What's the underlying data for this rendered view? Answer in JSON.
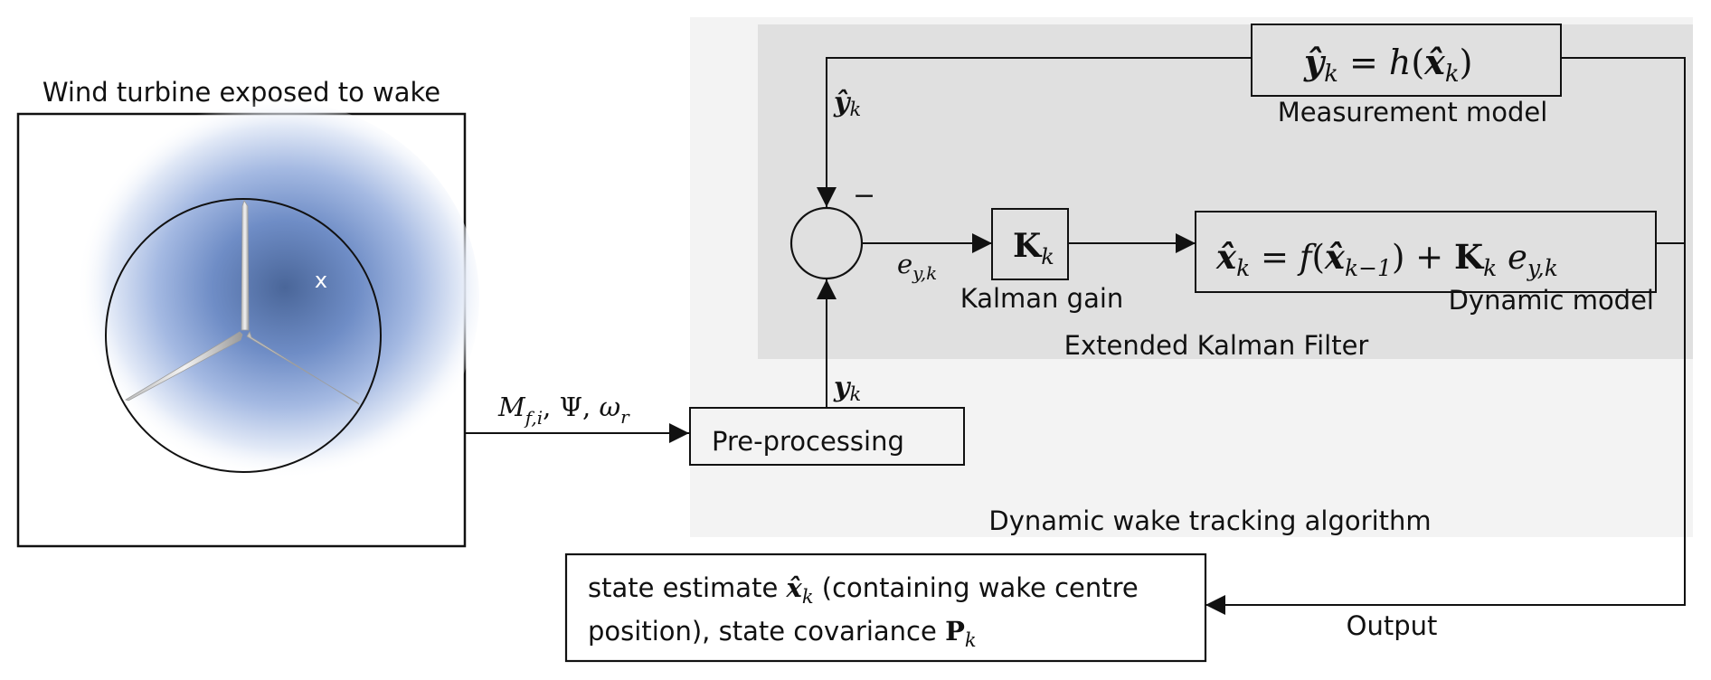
{
  "title": "Wind turbine exposed to wake",
  "turbine": {
    "wake_centre_marker": "x"
  },
  "groups": {
    "outer": "Dynamic wake tracking algorithm",
    "inner": "Extended Kalman Filter"
  },
  "blocks": {
    "measurement": {
      "caption": "Measurement model",
      "eq": {
        "lhs_sym": "ŷ",
        "lhs_sub": "k",
        "eqs": " = ",
        "fn": "h",
        "open": "(",
        "arg_sym": "x̂",
        "arg_sub": "k",
        "close": ")"
      }
    },
    "kalman": {
      "caption": "Kalman gain",
      "eq": {
        "sym": "K",
        "sub": "k"
      }
    },
    "dynamic": {
      "caption": "Dynamic model",
      "eq": {
        "lhs_sym": "x̂",
        "lhs_sub": "k",
        "eqs": " = ",
        "fn": "f",
        "open": "(",
        "arg_sym": "x̂",
        "arg_sub": "k−1",
        "close": ")",
        "plus": " + ",
        "gain_sym": "K",
        "gain_sub": "k",
        "err_sym": " e",
        "err_sub": "y,k"
      }
    },
    "preprocessing": {
      "label": "Pre-processing"
    },
    "output": {
      "line1_a": "state estimate ",
      "line1_sym": "x̂",
      "line1_sub": "k",
      "line1_b": " (containing wake centre",
      "line2_a": "position), state covariance ",
      "line2_sym": "P",
      "line2_sub": "k"
    }
  },
  "signals": {
    "input": {
      "m": "M",
      "m_sub": "f,i",
      "sep1": ", ",
      "psi": "Ψ",
      "sep2": ", ",
      "omega": "ω",
      "omega_sub": "r"
    },
    "measured": {
      "sym": "y",
      "sub": "k"
    },
    "predicted": {
      "sym": "ŷ",
      "sub": "k"
    },
    "error": {
      "sym": "e",
      "sub": "y,k"
    },
    "minus_sign": "−",
    "output_label": "Output"
  },
  "colors": {
    "outer_bg": "#f3f3f3",
    "inner_bg": "#e0e0e0",
    "wake_dark": "#4a6699",
    "wake_mid": "#7e9bd1",
    "stroke": "#111111"
  }
}
